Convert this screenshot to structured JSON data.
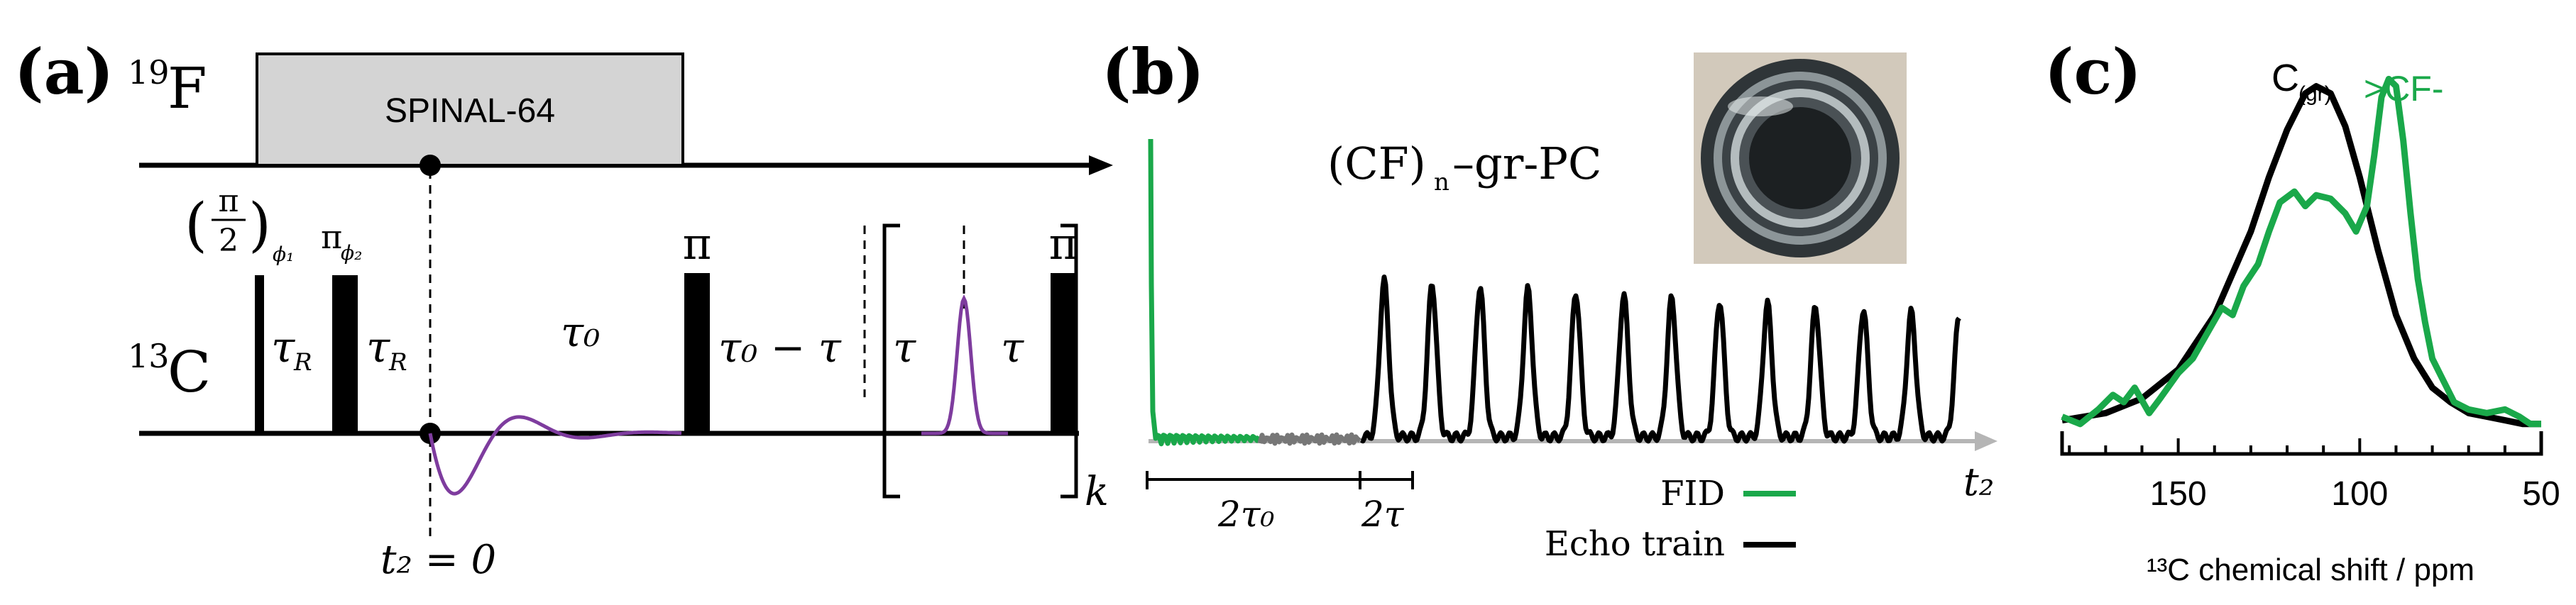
{
  "panel_a": {
    "label": "(a)",
    "f_channel": {
      "mass": "19",
      "symbol": "F",
      "block_label": "SPINAL-64"
    },
    "c_channel": {
      "mass": "13",
      "symbol": "C"
    },
    "pulse_half_pi": {
      "num": "π",
      "den": "2",
      "phase": "ϕ₁"
    },
    "pulse_pi_phase": {
      "sym": "π",
      "phase": "ϕ₂"
    },
    "tau_r_1": "τ",
    "tau_r_sub": "R",
    "tau_r_2": "τ",
    "tau0": "τ₀",
    "pi_mid": "π",
    "tau0_minus_tau": "τ₀ − τ",
    "tau_left": "τ",
    "tau_right": "τ",
    "pi_end": "π",
    "loop_index": "k",
    "t2_zero": "t₂ = 0"
  },
  "panel_b": {
    "label": "(b)",
    "sample_name": "(CF)",
    "sample_sub": "n",
    "sample_suffix": "–gr-PC",
    "dim_2tau0": "2τ₀",
    "dim_2tau": "2τ",
    "t2_axis": "t₂",
    "legend_fid": "FID",
    "legend_echo": "Echo train",
    "colors": {
      "fid": "#1aa84a",
      "echo": "#000000",
      "gap": "#777777",
      "axis": "#b5b5b5"
    }
  },
  "panel_c": {
    "label": "(c)",
    "peak_c_gr": "C",
    "peak_c_gr_sub": "(gr)",
    "peak_cf": ">CF-",
    "xaxis_label": "¹³C chemical shift / ppm",
    "chart_data": {
      "type": "line",
      "xlabel": "¹³C chemical shift / ppm",
      "xlim": [
        182,
        50
      ],
      "reversed_x": true,
      "xticks": [
        150,
        100,
        50
      ],
      "xtick_labels": [
        "150",
        "100",
        "50"
      ],
      "series": [
        {
          "name": "C(gr)",
          "color": "#000000",
          "x": [
            182,
            170,
            160,
            150,
            140,
            130,
            125,
            120,
            115,
            112,
            108,
            104,
            100,
            95,
            90,
            85,
            80,
            75,
            70,
            65,
            60,
            55,
            50
          ],
          "y": [
            0.03,
            0.05,
            0.09,
            0.17,
            0.32,
            0.55,
            0.7,
            0.83,
            0.93,
            0.95,
            0.93,
            0.84,
            0.7,
            0.5,
            0.32,
            0.2,
            0.12,
            0.08,
            0.05,
            0.04,
            0.03,
            0.02,
            0.02
          ]
        },
        {
          "name": ">CF-",
          "color": "#1aa84a",
          "x": [
            182,
            177,
            172,
            168,
            165,
            162,
            158,
            155,
            150,
            146,
            142,
            138,
            135,
            132,
            128,
            125,
            122,
            118,
            115,
            112,
            108,
            104,
            101,
            98,
            96,
            94,
            92,
            90,
            88,
            86,
            84,
            82,
            80,
            77,
            74,
            70,
            65,
            60,
            56,
            53,
            50
          ],
          "y": [
            0.04,
            0.02,
            0.06,
            0.1,
            0.08,
            0.12,
            0.05,
            0.09,
            0.16,
            0.2,
            0.27,
            0.34,
            0.32,
            0.4,
            0.46,
            0.55,
            0.63,
            0.66,
            0.62,
            0.65,
            0.64,
            0.6,
            0.55,
            0.62,
            0.76,
            0.92,
            0.97,
            0.95,
            0.8,
            0.6,
            0.42,
            0.3,
            0.2,
            0.14,
            0.08,
            0.06,
            0.05,
            0.06,
            0.04,
            0.02,
            0.02
          ]
        }
      ]
    }
  }
}
